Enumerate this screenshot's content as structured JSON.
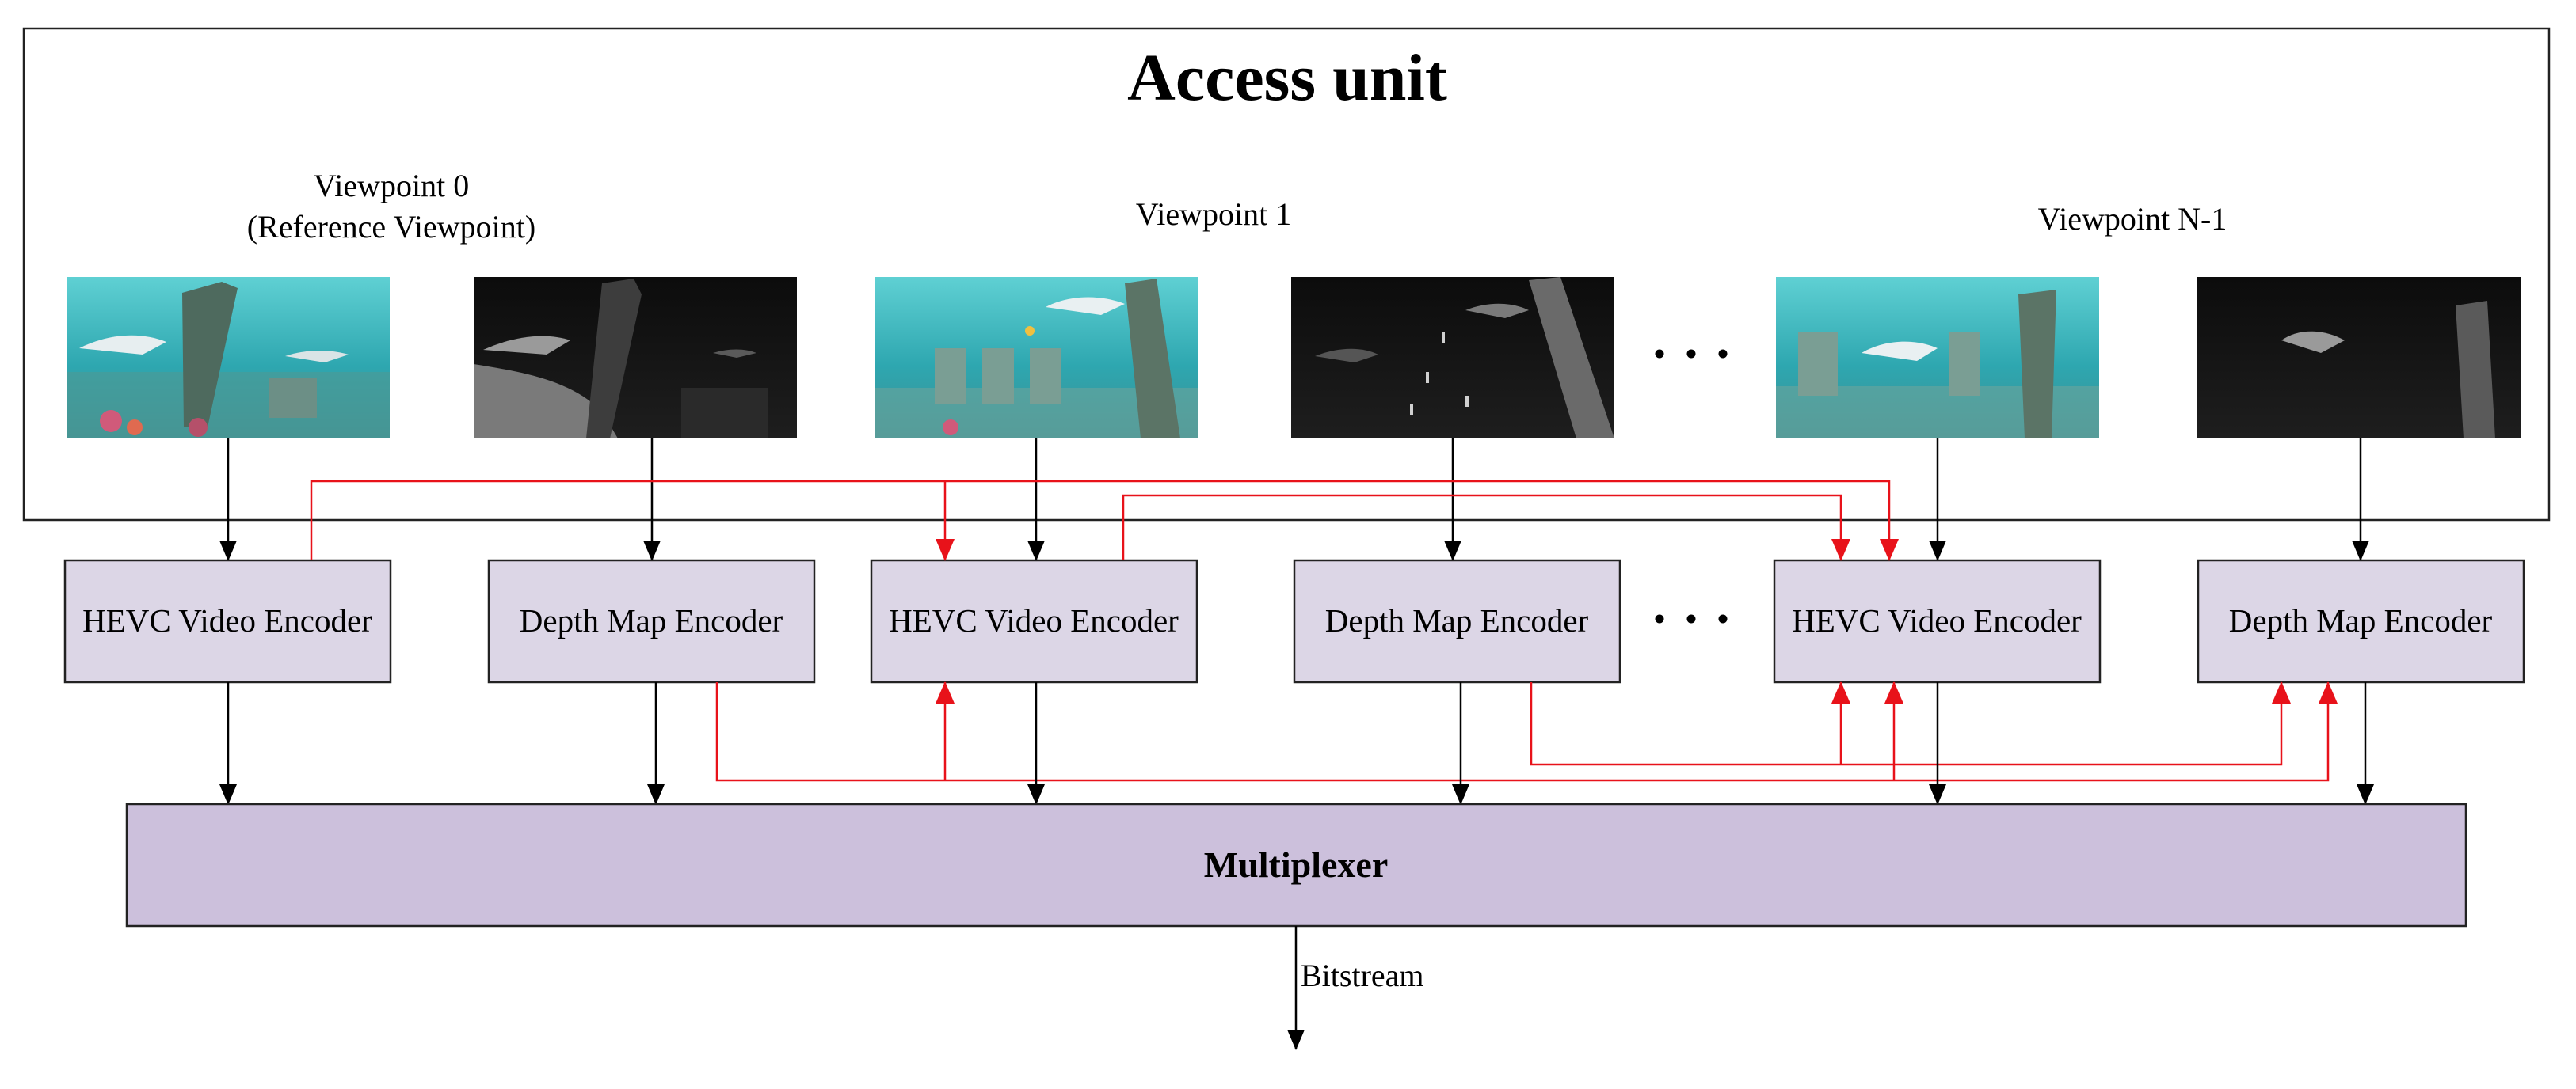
{
  "access_unit": {
    "title": "Access unit"
  },
  "viewpoints": [
    {
      "line1": "Viewpoint 0",
      "line2": "(Reference Viewpoint)"
    },
    {
      "line1": "Viewpoint 1"
    },
    {
      "line1": "Viewpoint N-1"
    }
  ],
  "frames": [
    {
      "kind": "texture",
      "view": "Viewpoint 0"
    },
    {
      "kind": "depth",
      "view": "Viewpoint 0"
    },
    {
      "kind": "texture",
      "view": "Viewpoint 1"
    },
    {
      "kind": "depth",
      "view": "Viewpoint 1"
    },
    {
      "kind": "texture",
      "view": "Viewpoint N-1"
    },
    {
      "kind": "depth",
      "view": "Viewpoint N-1"
    }
  ],
  "encoders": [
    {
      "label": "HEVC Video Encoder"
    },
    {
      "label": "Depth Map Encoder"
    },
    {
      "label": "HEVC Video Encoder"
    },
    {
      "label": "Depth Map Encoder"
    },
    {
      "label": "HEVC Video Encoder"
    },
    {
      "label": "Depth Map Encoder"
    }
  ],
  "multiplexer": {
    "label": "Multiplexer"
  },
  "output": {
    "label": "Bitstream"
  },
  "colors": {
    "encoder_fill": "#dcd6e6",
    "multiplexer_fill": "#ccc0dc",
    "inter_view_arrows": "#e8121a",
    "data_arrows": "#000000",
    "underwater": "#3fb6bd"
  }
}
